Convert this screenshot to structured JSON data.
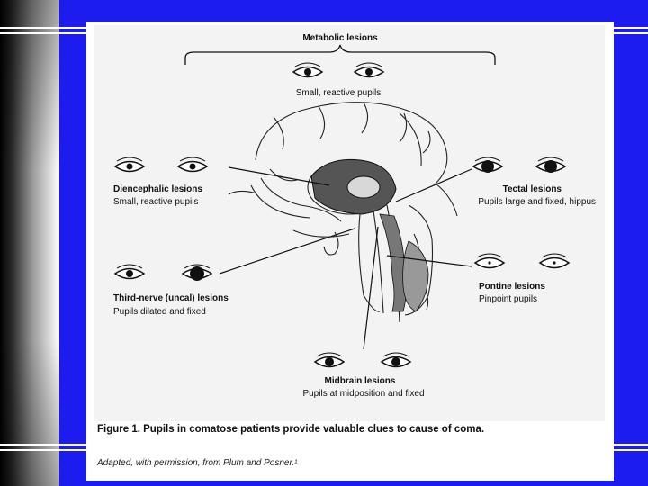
{
  "figure": {
    "labels": {
      "metabolic_title": "Metabolic lesions",
      "metabolic_desc": "Small, reactive pupils",
      "diencephalic_title": "Diencephalic lesions",
      "diencephalic_desc": "Small, reactive pupils",
      "tectal_title": "Tectal lesions",
      "tectal_desc": "Pupils large and fixed, hippus",
      "third_nerve_title": "Third-nerve (uncal) lesions",
      "third_nerve_desc": "Pupils dilated and fixed",
      "pontine_title": "Pontine lesions",
      "pontine_desc": "Pinpoint pupils",
      "midbrain_title": "Midbrain lesions",
      "midbrain_desc": "Pupils at midposition and fixed"
    },
    "caption": "Figure 1. Pupils in comatose patients provide valuable clues to cause of coma.",
    "credit": "Adapted, with permission, from Plum and Posner.¹"
  },
  "colors": {
    "background": "#1c1cf0",
    "panel": "#ffffff",
    "ink": "#111111"
  }
}
